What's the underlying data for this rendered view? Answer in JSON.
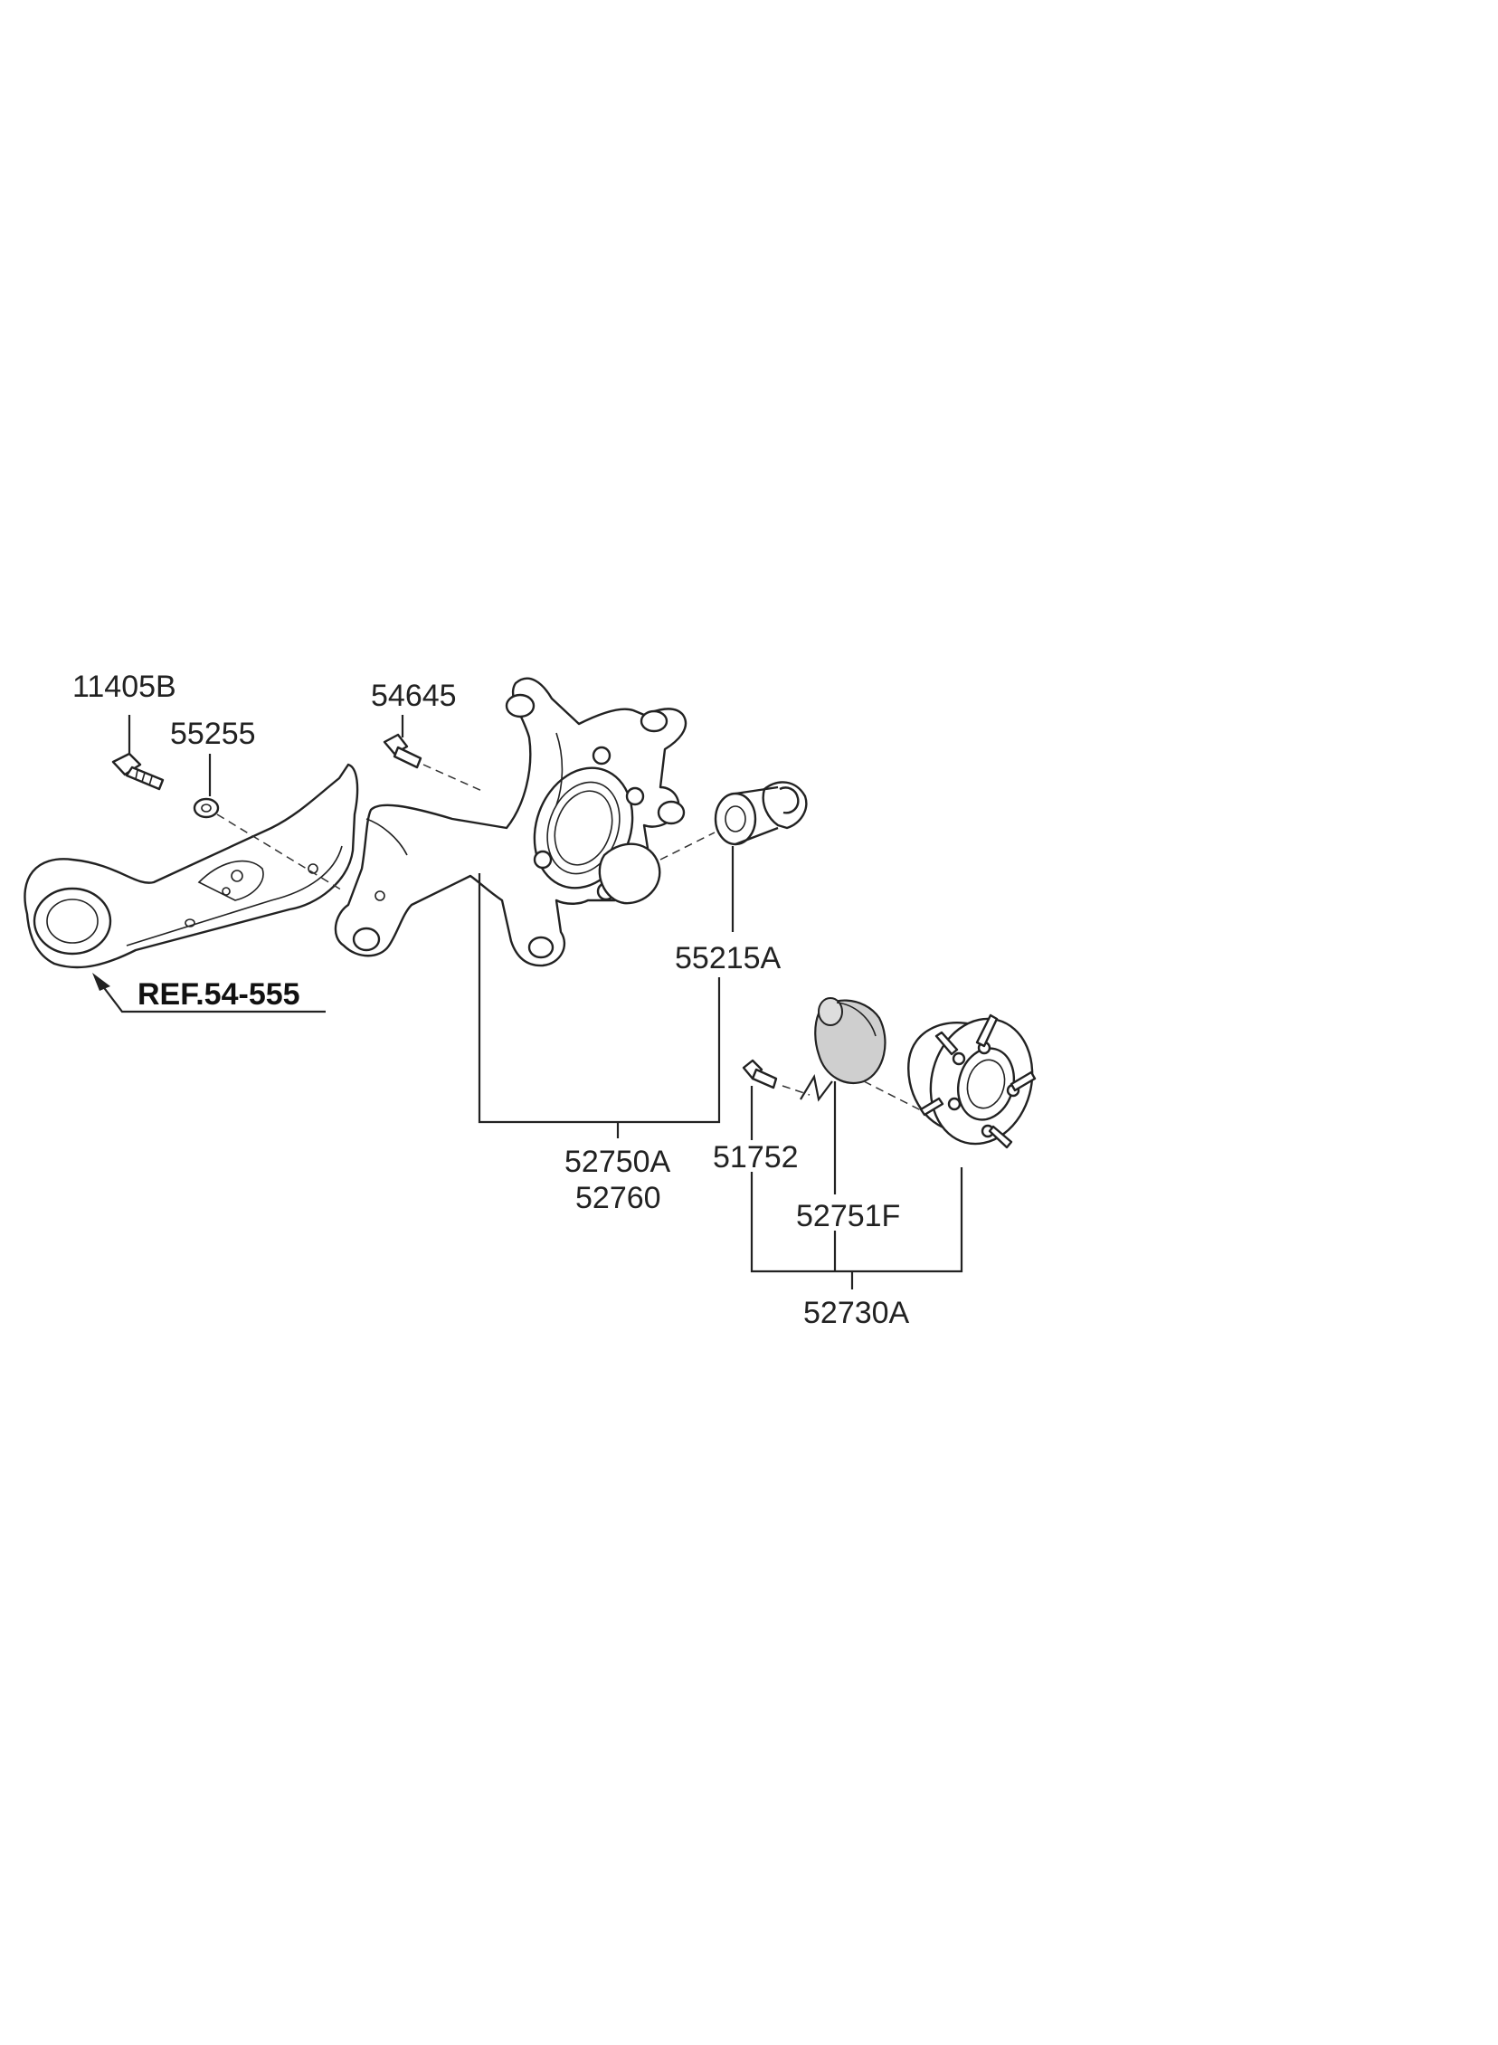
{
  "labels": {
    "bolt_11405b": "11405B",
    "washer_55255": "55255",
    "bolt_54645": "54645",
    "bushing_55215a": "55215A",
    "knuckle_52750a": "52750A",
    "knuckle_52760": "52760",
    "hub_bolt_51752": "51752",
    "cap_52751f": "52751F",
    "hub_assy_52730a": "52730A",
    "reference": "REF.54-555"
  },
  "colors": {
    "line": "#222222",
    "cap_fill": "#cfcfcf",
    "background": "#ffffff"
  }
}
